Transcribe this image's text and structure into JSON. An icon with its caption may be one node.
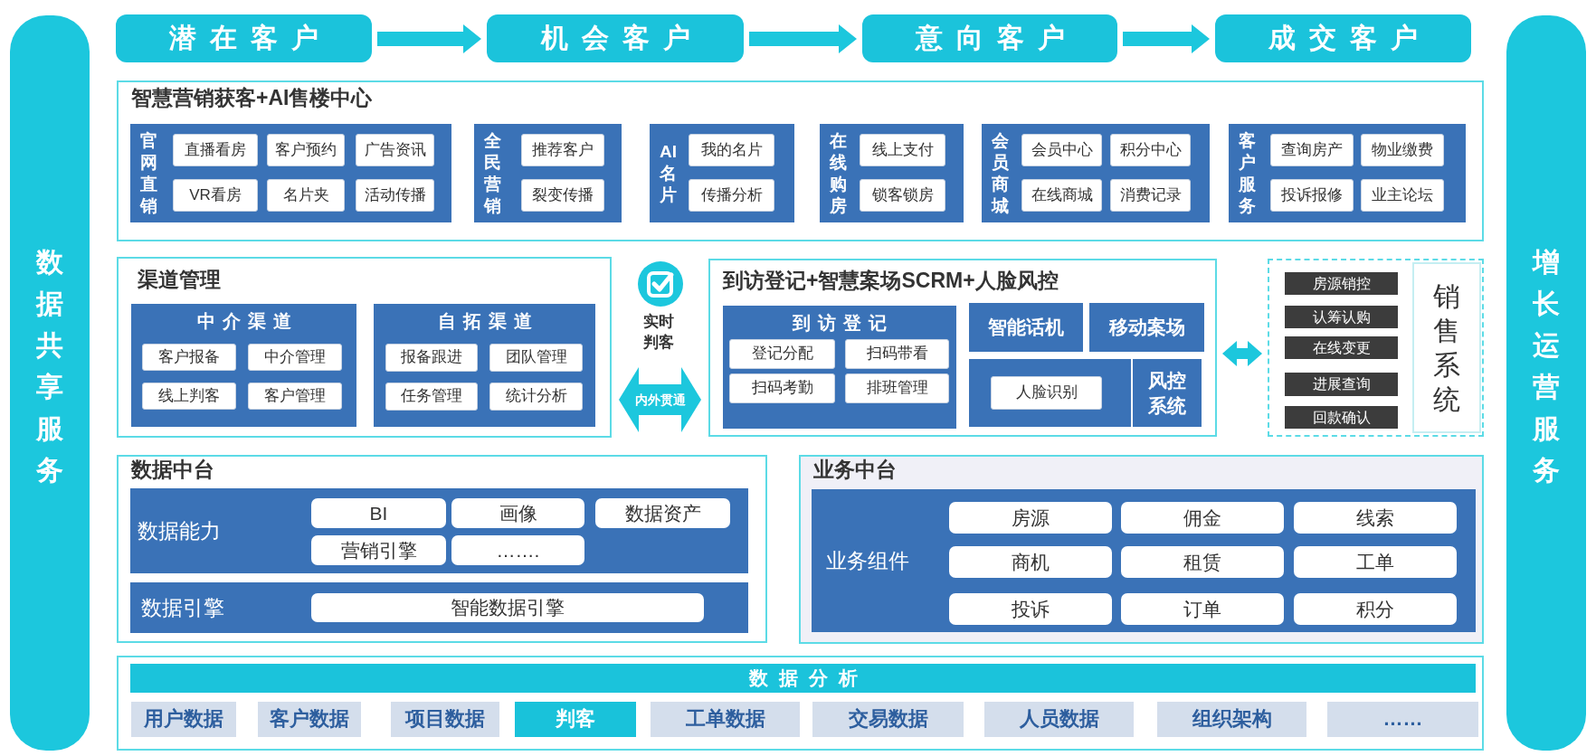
{
  "diagram": {
    "nodes": [
      {
        "text": [
          "数据共享服务"
        ]
      },
      {
        "text": [
          "潜在客户"
        ]
      },
      {
        "text": [
          "机会客户"
        ]
      },
      {
        "text": [
          "意向客户"
        ]
      },
      {
        "text": [
          "成交客户"
        ]
      },
      {
        "text": [
          "增长运营服务"
        ]
      },
      {
        "text": [
          "智慧营销获客+AI售楼中心"
        ]
      },
      {
        "text": [
          "官网直销"
        ],
        "in": 6
      },
      {
        "text": [
          "直播看房"
        ],
        "in": 7
      },
      {
        "text": [
          "客户预约"
        ],
        "in": 7
      },
      {
        "text": [
          "广告资讯"
        ],
        "in": 7
      },
      {
        "text": [
          "VR看房"
        ],
        "in": 7
      },
      {
        "text": [
          "名片夹"
        ],
        "in": 7
      },
      {
        "text": [
          "活动传播"
        ],
        "in": 7
      },
      {
        "text": [
          "全民营销"
        ],
        "in": 6
      },
      {
        "text": [
          "推荐客户"
        ],
        "in": 14
      },
      {
        "text": [
          "裂变传播"
        ],
        "in": 14
      },
      {
        "text": [
          "AI名片"
        ],
        "in": 6
      },
      {
        "text": [
          "我的名片"
        ],
        "in": 17
      },
      {
        "text": [
          "传播分析"
        ],
        "in": 17
      },
      {
        "text": [
          "在线购房"
        ],
        "in": 6
      },
      {
        "text": [
          "线上支付"
        ],
        "in": 20
      },
      {
        "text": [
          "锁客锁房"
        ],
        "in": 20
      },
      {
        "text": [
          "会员商城"
        ],
        "in": 6
      },
      {
        "text": [
          "会员中心"
        ],
        "in": 23
      },
      {
        "text": [
          "积分中心"
        ],
        "in": 23
      },
      {
        "text": [
          "在线商城"
        ],
        "in": 23
      },
      {
        "text": [
          "消费记录"
        ],
        "in": 23
      },
      {
        "text": [
          "客户服务"
        ],
        "in": 6
      },
      {
        "text": [
          "查询房产"
        ],
        "in": 28
      },
      {
        "text": [
          "物业缴费"
        ],
        "in": 28
      },
      {
        "text": [
          "投诉报修"
        ],
        "in": 28
      },
      {
        "text": [
          "业主论坛"
        ],
        "in": 28
      },
      {
        "text": [
          "渠道管理"
        ]
      },
      {
        "text": [
          "中介渠道"
        ],
        "in": 33
      },
      {
        "text": [
          "客户报备"
        ],
        "in": 34
      },
      {
        "text": [
          "中介管理"
        ],
        "in": 34
      },
      {
        "text": [
          "线上判客"
        ],
        "in": 34
      },
      {
        "text": [
          "客户管理"
        ],
        "in": 34
      },
      {
        "text": [
          "自拓渠道"
        ],
        "in": 33
      },
      {
        "text": [
          "报备跟进"
        ],
        "in": 39
      },
      {
        "text": [
          "团队管理"
        ],
        "in": 39
      },
      {
        "text": [
          "任务管理"
        ],
        "in": 39
      },
      {
        "text": [
          "统计分析"
        ],
        "in": 39
      },
      {
        "text": [
          "到访登记+智慧案场SCRM+人脸风控"
        ]
      },
      {
        "text": [
          "到访登记"
        ],
        "in": 44
      },
      {
        "text": [
          "登记分配"
        ],
        "in": 45
      },
      {
        "text": [
          "扫码带看"
        ],
        "in": 45
      },
      {
        "text": [
          "扫码考勤"
        ],
        "in": 45
      },
      {
        "text": [
          "排班管理"
        ],
        "in": 45
      },
      {
        "text": [
          "智能话机"
        ],
        "in": 44
      },
      {
        "text": [
          "移动案场"
        ],
        "in": 44
      },
      {
        "text": [],
        "shape": "box",
        "in": 44
      },
      {
        "text": [
          "人脸识别"
        ],
        "in": 52
      },
      {
        "text": [
          "风控系统"
        ],
        "in": 44
      },
      {
        "text": [
          "销售系统"
        ]
      },
      {
        "text": [
          "房源销控"
        ],
        "in": 55
      },
      {
        "text": [
          "认筹认购"
        ],
        "in": 55
      },
      {
        "text": [
          "在线变更"
        ],
        "in": 55
      },
      {
        "text": [
          "进展查询"
        ],
        "in": 55
      },
      {
        "text": [
          "回款确认"
        ],
        "in": 55
      },
      {
        "text": [
          "数据中台"
        ]
      },
      {
        "text": [
          "数据能力"
        ],
        "in": 61
      },
      {
        "text": [
          "BI"
        ],
        "in": 62
      },
      {
        "text": [
          "画像"
        ],
        "in": 62
      },
      {
        "text": [
          "数据资产"
        ],
        "in": 62
      },
      {
        "text": [
          "营销引擎"
        ],
        "in": 62
      },
      {
        "text": [
          "……."
        ],
        "in": 62
      },
      {
        "text": [
          "数据引擎"
        ],
        "in": 61
      },
      {
        "text": [
          "智能数据引擎"
        ],
        "in": 68
      },
      {
        "text": [
          "业务中台"
        ]
      },
      {
        "text": [
          "业务组件"
        ],
        "in": 70
      },
      {
        "text": [
          "房源"
        ],
        "in": 71
      },
      {
        "text": [
          "佣金"
        ],
        "in": 71
      },
      {
        "text": [
          "线索"
        ],
        "in": 71
      },
      {
        "text": [
          "商机"
        ],
        "in": 71
      },
      {
        "text": [
          "租赁"
        ],
        "in": 71
      },
      {
        "text": [
          "工单"
        ],
        "in": 71
      },
      {
        "text": [
          "投诉"
        ],
        "in": 71
      },
      {
        "text": [
          "订单"
        ],
        "in": 71
      },
      {
        "text": [
          "积分"
        ],
        "in": 71
      },
      {
        "text": [
          "数据分析"
        ]
      },
      {
        "text": [
          "用户数据"
        ],
        "in": 81
      },
      {
        "text": [
          "客户数据"
        ],
        "in": 81
      },
      {
        "text": [
          "项目数据"
        ],
        "in": 81
      },
      {
        "text": [
          "判客"
        ],
        "in": 81
      },
      {
        "text": [
          "工单数据"
        ],
        "in": 81
      },
      {
        "text": [
          "交易数据"
        ],
        "in": 81
      },
      {
        "text": [
          "人员数据"
        ],
        "in": 81
      },
      {
        "text": [
          "组织架构"
        ],
        "in": 81
      },
      {
        "text": [
          "……"
        ],
        "in": 81
      }
    ],
    "edges": [
      {
        "from": 1,
        "to": 2,
        "arrow": "to"
      },
      {
        "from": 2,
        "to": 3,
        "arrow": "to"
      },
      {
        "from": 3,
        "to": 4,
        "arrow": "to"
      },
      {
        "from": 33,
        "to": 44,
        "arrow": "both",
        "label": "内外贯通"
      },
      {
        "from": 44,
        "to": 55,
        "arrow": "both"
      }
    ],
    "labels": [
      "实时判客"
    ]
  }
}
